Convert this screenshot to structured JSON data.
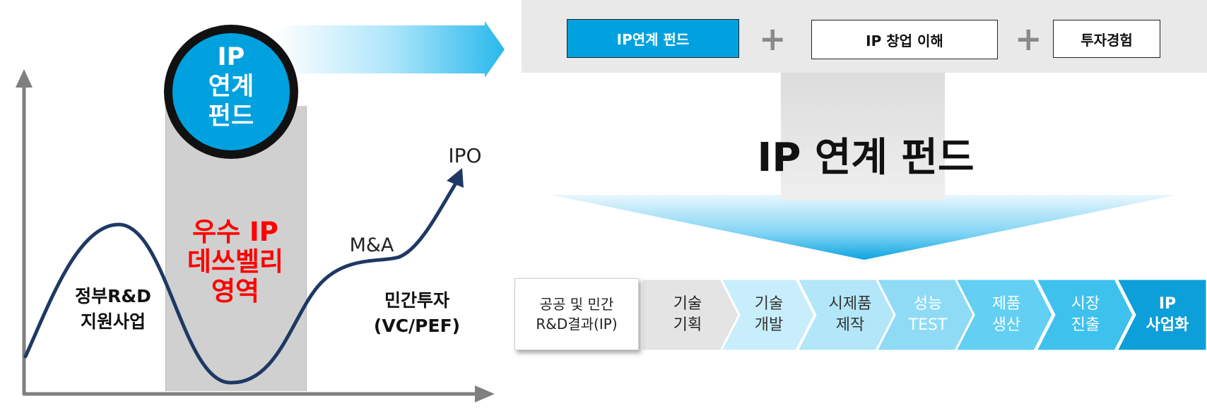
{
  "left_graph": {
    "circle_lines": [
      "IP",
      "연계",
      "펀드"
    ],
    "valley_lines": [
      "우수 IP",
      "데쓰벨리",
      "영역"
    ],
    "gov_lines": [
      "정부R&D",
      "지원사업"
    ],
    "private_lines": [
      "민간투자",
      "(VC/PEF)"
    ],
    "ma_label": "M&A",
    "ipo_label": "IPO"
  },
  "header": {
    "box1": "IP연계 펀드",
    "box2": "IP 창업 이해",
    "box3": "투자경험"
  },
  "main_title": "IP 연계 펀드",
  "source_lines": [
    "공공 및 민간",
    "R&D결과(IP)"
  ],
  "steps": [
    {
      "l1": "기술",
      "l2": "기획",
      "color": "#e4e4e4"
    },
    {
      "l1": "기술",
      "l2": "개발",
      "color": "#c9eefb"
    },
    {
      "l1": "시제품",
      "l2": "제작",
      "color": "#b2e6f8"
    },
    {
      "l1": "성능",
      "l2": "TEST",
      "color": "#8fdbf6"
    },
    {
      "l1": "제품",
      "l2": "생산",
      "color": "#62cff3"
    },
    {
      "l1": "시장",
      "l2": "진출",
      "color": "#3fc1ee"
    },
    {
      "l1": "IP",
      "l2": "사업화",
      "color": "#0d9fd9"
    }
  ],
  "colors": {
    "accent": "#00a1de",
    "curve": "#1f3864",
    "valley_text": "#ff0000",
    "axis": "#7f7f7f"
  }
}
